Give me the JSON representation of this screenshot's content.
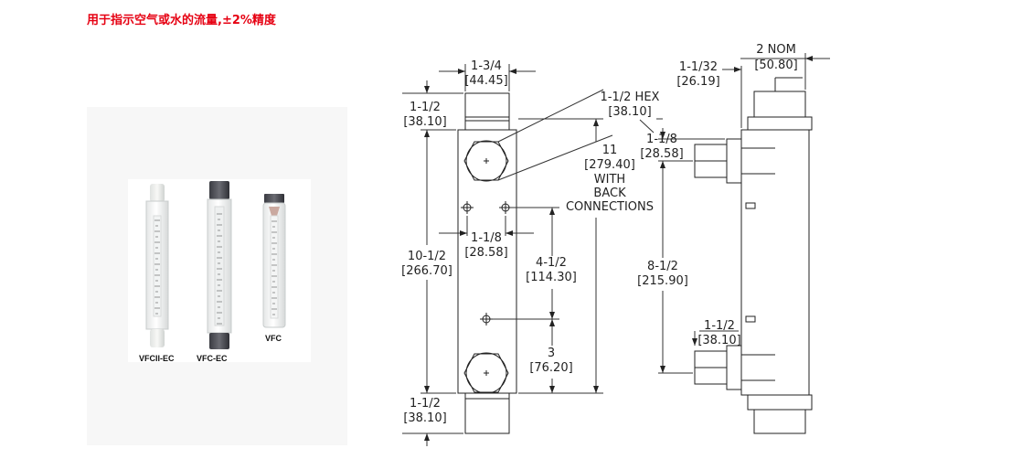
{
  "headline": "用于指示空气或水的流量,±2%精度",
  "photo": {
    "captions": [
      "VFCII-EC",
      "VFC-EC",
      "VFC"
    ]
  },
  "drawing": {
    "front": {
      "width": [
        "1-3/4",
        "[44.45]"
      ],
      "top_fitting": [
        "1-1/2",
        "[38.10]"
      ],
      "body": [
        "10-1/2",
        "[266.70]"
      ],
      "bottom_fitting": [
        "1-1/2",
        "[38.10]"
      ],
      "hex": [
        "1-1/2 HEX",
        "[38.10]"
      ],
      "overall": [
        "11",
        "[279.40]",
        "WITH",
        "BACK",
        "CONNECTIONS"
      ],
      "hole_spacing": [
        "1-1/8",
        "[28.58]"
      ],
      "hole_to_mid": [
        "4-1/2",
        "[114.30]"
      ],
      "mid_to_bottom": [
        "3",
        "[76.20]"
      ]
    },
    "side": {
      "nom": [
        "2 NOM",
        "[50.80]"
      ],
      "depth": [
        "1-1/32",
        "[26.19]"
      ],
      "top_conn": [
        "1-1/8",
        "[28.58]"
      ],
      "conn_spacing": [
        "8-1/2",
        "[215.90]"
      ],
      "bottom_conn": [
        "1-1/2",
        "[38.10]"
      ]
    }
  }
}
